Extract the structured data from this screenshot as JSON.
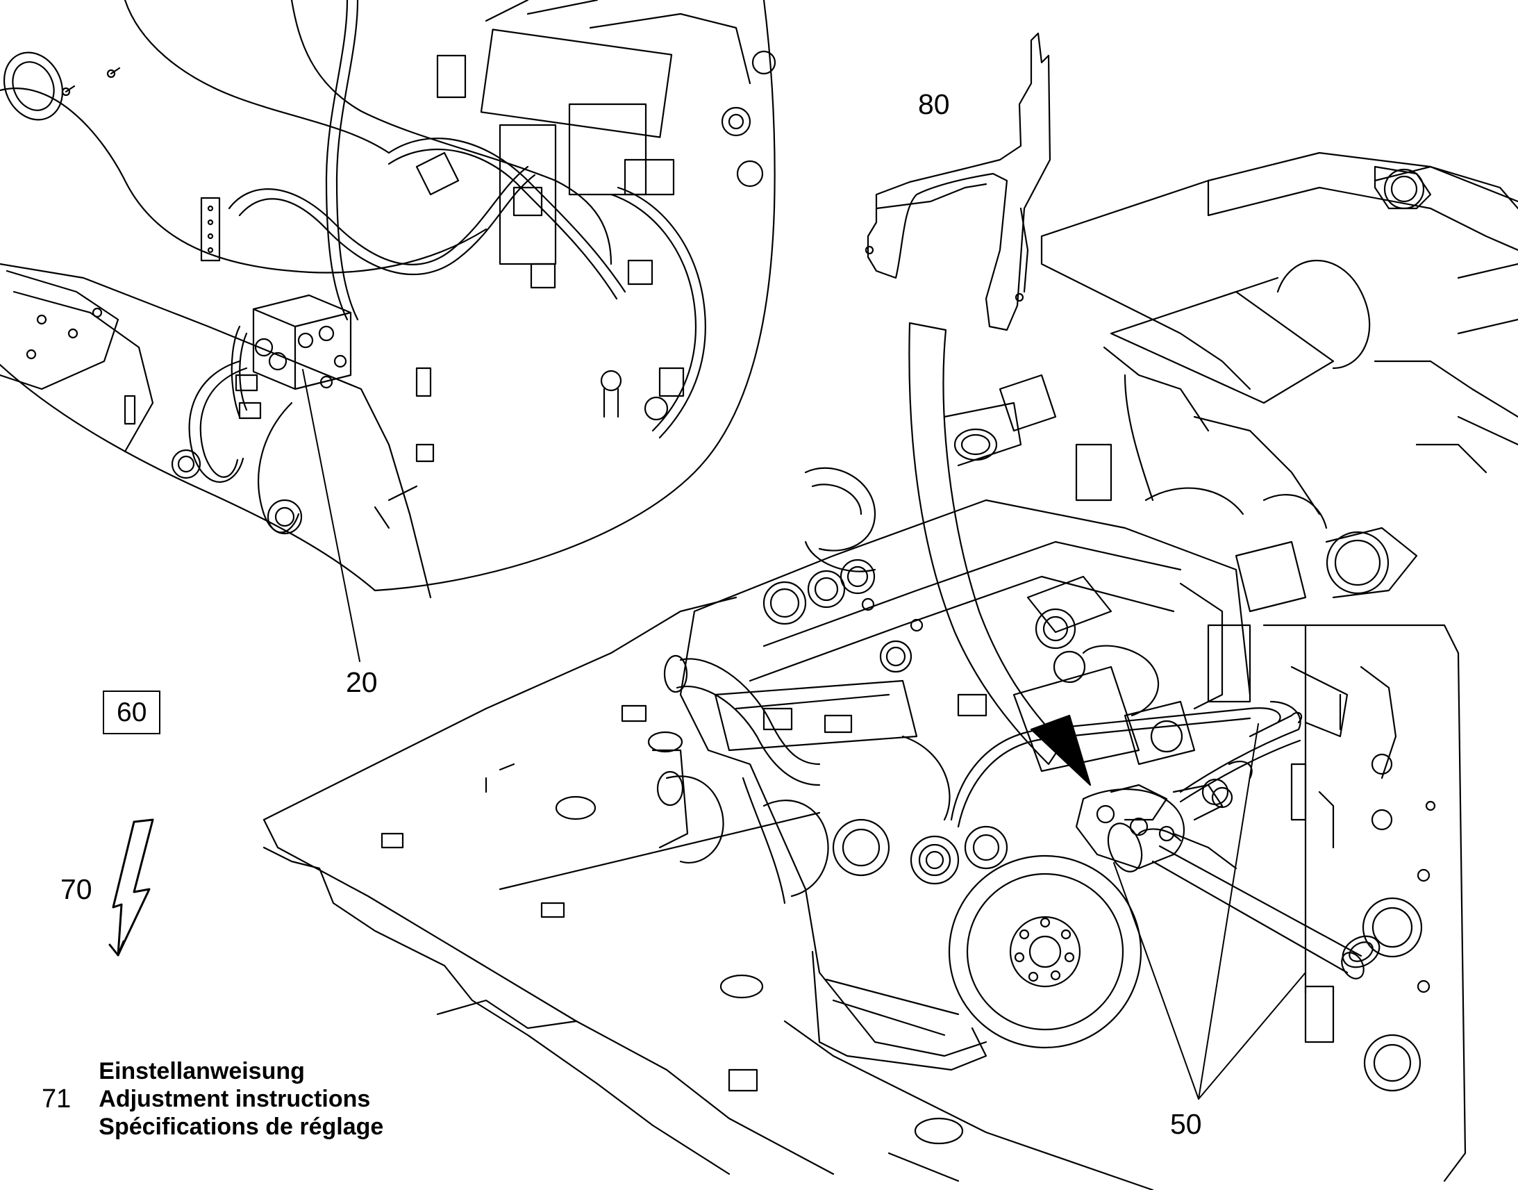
{
  "callouts": {
    "c20": "20",
    "c50": "50",
    "c60": "60",
    "c70": "70",
    "c71": "71",
    "c80": "80"
  },
  "legend": {
    "line_de": "Einstellanweisung",
    "line_en": "Adjustment instructions",
    "line_fr": "Spécifications de réglage"
  },
  "colors": {
    "ink": "#000000",
    "paper": "#ffffff"
  },
  "icons": [
    "lightning-bolt-icon",
    "direction-arrow-icon"
  ]
}
